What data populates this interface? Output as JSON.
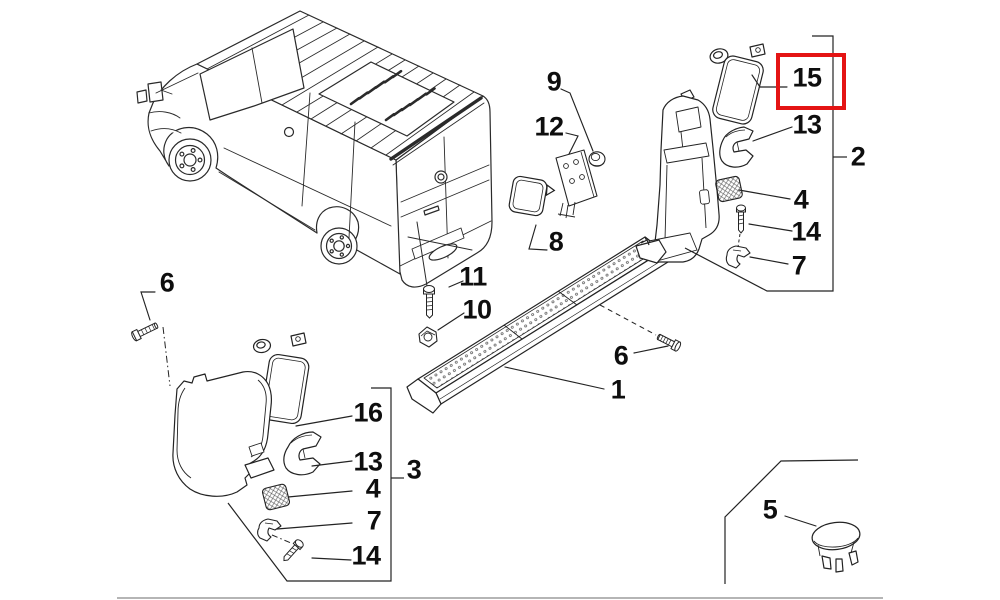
{
  "figure": {
    "van_icon": "van-rear-three-quarter-line-art",
    "part_icons": [
      "step-board",
      "pillar-trim-panel",
      "corner-trim-panel",
      "mount-bracket",
      "hook-bracket",
      "crosshatch-pad",
      "retainer-clip",
      "screw",
      "bolt",
      "grommet-nut",
      "holed-plate-bracket",
      "rubber-pad",
      "push-in-plug",
      "clip-nut"
    ]
  },
  "highlight": {
    "target": "15",
    "color": "#e41414"
  },
  "colors": {
    "line": "#232323",
    "background": "#ffffff",
    "page_rule": "#b5b5b5"
  },
  "callouts": [
    {
      "label": "1"
    },
    {
      "label": "2"
    },
    {
      "label": "3"
    },
    {
      "label": "4"
    },
    {
      "label": "4"
    },
    {
      "label": "5"
    },
    {
      "label": "6"
    },
    {
      "label": "6"
    },
    {
      "label": "7"
    },
    {
      "label": "7"
    },
    {
      "label": "8"
    },
    {
      "label": "9"
    },
    {
      "label": "10"
    },
    {
      "label": "11"
    },
    {
      "label": "12"
    },
    {
      "label": "13"
    },
    {
      "label": "13"
    },
    {
      "label": "14"
    },
    {
      "label": "14"
    },
    {
      "label": "15"
    },
    {
      "label": "16"
    }
  ]
}
